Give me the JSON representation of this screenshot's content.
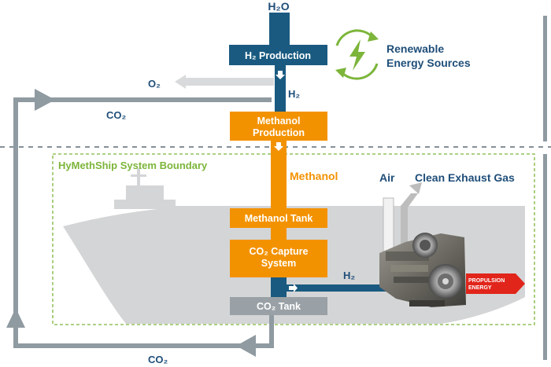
{
  "water": "H₂O",
  "h2_production": "H₂ Production",
  "renewable": {
    "line1": "Renewable",
    "line2": "Energy Sources"
  },
  "o2": "O₂",
  "h2_top": "H₂",
  "co2_top": "CO₂",
  "methanol_production": {
    "line1": "Methanol",
    "line2": "Production"
  },
  "boundary_label": "HyMethShip System Boundary",
  "methanol": "Methanol",
  "air": "Air",
  "exhaust": "Clean Exhaust Gas",
  "methanol_tank": "Methanol Tank",
  "co2_capture": {
    "line1": "CO₂ Capture",
    "line2": "System"
  },
  "h2_bottom": "H₂",
  "propulsion": {
    "line1": "PROPULSION",
    "line2": "ENERGY"
  },
  "co2_tank": "CO₂ Tank",
  "co2_bottom": "CO₂",
  "colors": {
    "blue": "#1a5a80",
    "orange": "#f39200",
    "gray_flow": "#8f9aa1",
    "light_gray": "#d9dadb",
    "ship": "#d4d5d6",
    "green": "#7cb53a",
    "text_blue": "#1f4e79",
    "red": "#e1251b",
    "tank_gray": "#9aa1a6"
  }
}
